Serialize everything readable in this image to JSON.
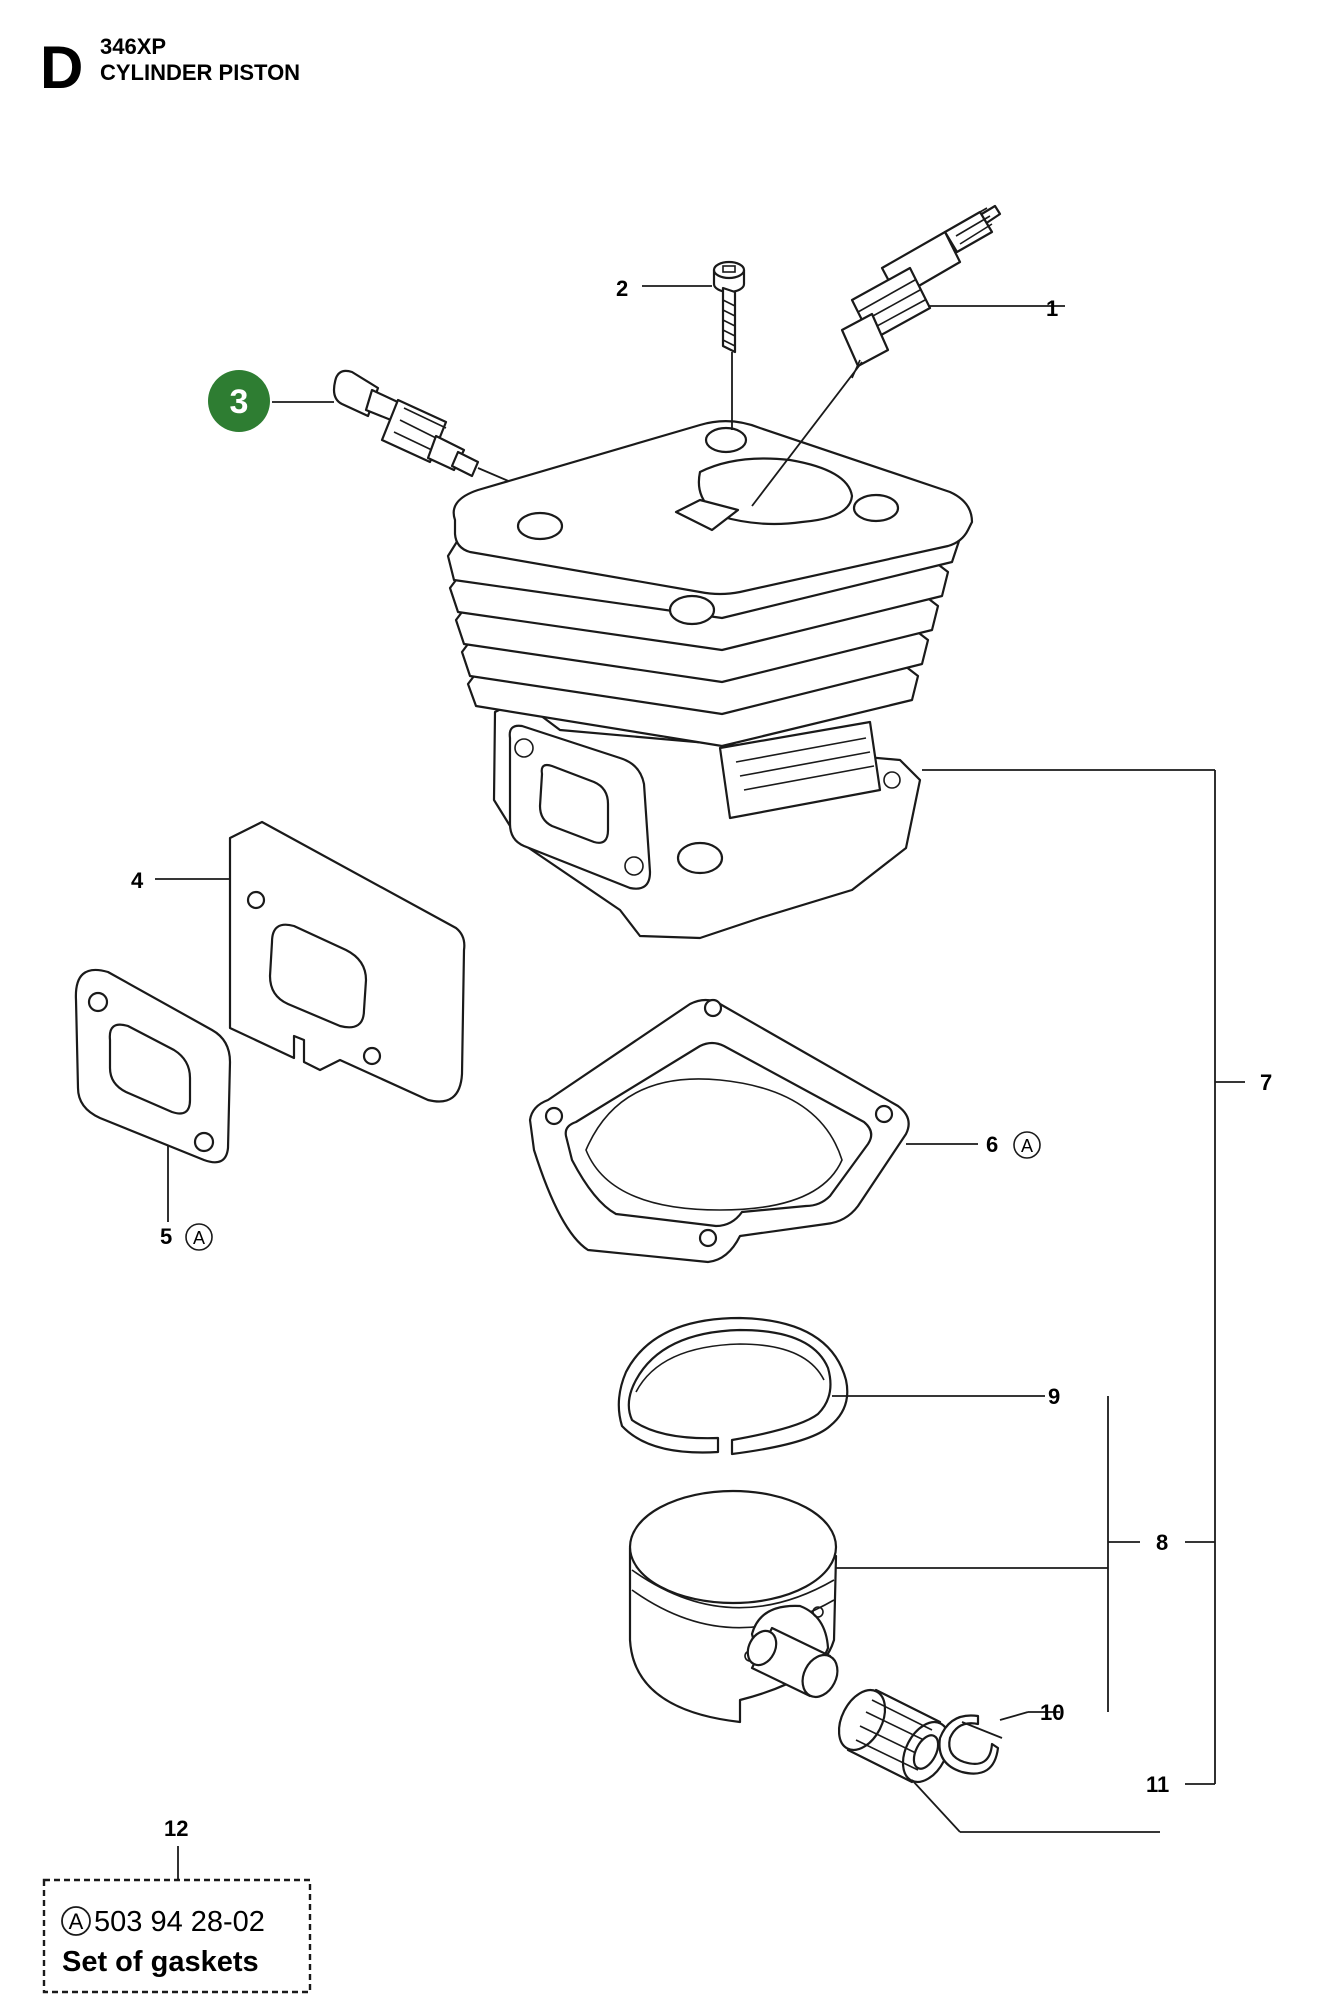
{
  "header": {
    "section_letter": "D",
    "model": "346XP",
    "title": "CYLINDER PISTON"
  },
  "callouts": {
    "c1": "1",
    "c2": "2",
    "c3": "3",
    "c4": "4",
    "c5": "5",
    "c6": "6",
    "c7": "7",
    "c8": "8",
    "c9": "9",
    "c10": "10",
    "c11": "11",
    "c12": "12"
  },
  "marker": {
    "a": "A"
  },
  "kit": {
    "number": "503 94 28-02",
    "name": "Set of gaskets"
  },
  "colors": {
    "highlight_badge": "#2e7d32",
    "line": "#1a1a1a"
  }
}
